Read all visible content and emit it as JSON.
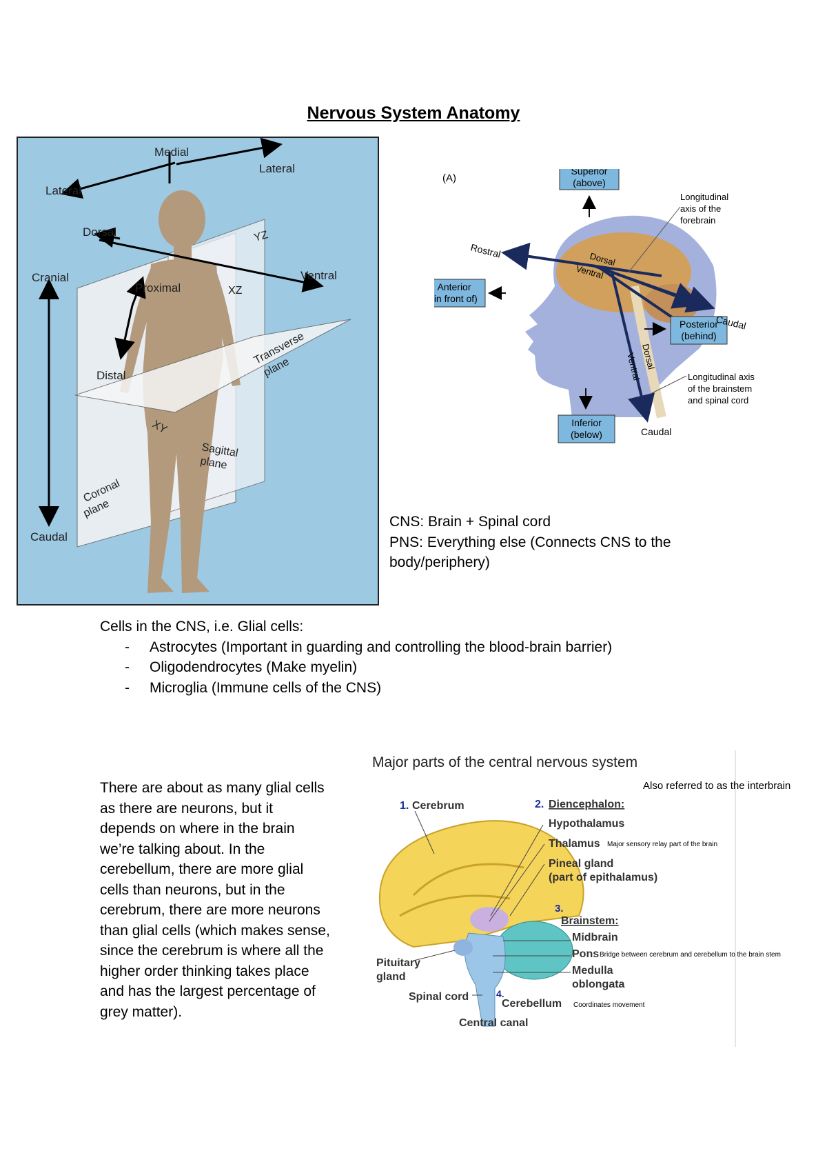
{
  "title": "Nervous System Anatomy",
  "body_fig": {
    "medial": "Medial",
    "lateral_left": "Lateral",
    "lateral_right": "Lateral",
    "dorsal": "Dorsal",
    "ventral": "Ventral",
    "cranial": "Cranial",
    "caudal": "Caudal",
    "proximal": "Proximal",
    "distal": "Distal",
    "yz": "YZ",
    "xz": "XZ",
    "xy": "XY",
    "transverse_1": "Transverse",
    "transverse_2": "plane",
    "sagittal_1": "Sagittal",
    "sagittal_2": "plane",
    "coronal_1": "Coronal",
    "coronal_2": "plane"
  },
  "head_fig": {
    "panel": "(A)",
    "superior_1": "Superior",
    "superior_2": "(above)",
    "inferior_1": "Inferior",
    "inferior_2": "(below)",
    "anterior_1": "Anterior",
    "anterior_2": "(in front of)",
    "posterior_1": "Posterior",
    "posterior_2": "(behind)",
    "rostral": "Rostral",
    "dorsal": "Dorsal",
    "ventral": "Ventral",
    "caudal_right": "Caudal",
    "caudal_bottom": "Caudal",
    "dorsal_stem": "Dorsal",
    "ventral_stem": "Ventral",
    "long_fore_1": "Longitudinal",
    "long_fore_2": "axis of the",
    "long_fore_3": "forebrain",
    "long_stem_1": "Longitudinal axis",
    "long_stem_2": "of the brainstem",
    "long_stem_3": "and spinal cord"
  },
  "cns_lines": [
    "CNS: Brain + Spinal cord",
    "PNS: Everything else (Connects CNS to the",
    "body/periphery)"
  ],
  "glial": {
    "heading": "Cells in the CNS, i.e. Glial cells:",
    "dash": "-",
    "items": [
      "Astrocytes (Important in guarding and controlling the blood-brain barrier)",
      "Oligodendrocytes (Make myelin)",
      "Microglia (Immune cells of the CNS)"
    ]
  },
  "paragraph_lines": [
    "There are about as many glial cells",
    "as there are neurons, but it",
    "depends on where in the brain",
    "we’re talking about. In the",
    "cerebellum, there are more glial",
    "cells than neurons, but in the",
    "cerebrum, there are more neurons",
    "than glial cells (which makes sense,",
    "since the cerebrum is where all the",
    "higher order thinking takes place",
    "and has the largest percentage of",
    "grey matter)."
  ],
  "cns_fig": {
    "title": "Major parts of the central nervous system",
    "interbrain_note": "Also referred to as the interbrain",
    "cerebrum_num": "1.",
    "cerebrum": "Cerebrum",
    "dien_num": "2.",
    "diencephalon": "Diencephalon:",
    "hypothalamus": "Hypothalamus",
    "thalamus": "Thalamus",
    "thalamus_note": "Major sensory relay part of the brain",
    "pineal_1": "Pineal gland",
    "pineal_2": "(part of epithalamus)",
    "brainstem_num": "3.",
    "brainstem": "Brainstem:",
    "midbrain": "Midbrain",
    "pons": "Pons",
    "pons_note": "Bridge between cerebrum and cerebellum to the brain stem",
    "medulla_1": "Medulla",
    "medulla_2": "oblongata",
    "pituitary_1": "Pituitary",
    "pituitary_2": "gland",
    "spinal": "Spinal cord",
    "cerebellum_num": "4.",
    "cerebellum": "Cerebellum",
    "cerebellum_note": "Coordinates movement",
    "central_canal": "Central canal"
  },
  "colors": {
    "body_bg": "#9dc9e2",
    "skin": "#b39a7d",
    "head_box": "#7fb8df",
    "head_skin": "#a3b1dc",
    "brain": "#d0a05c",
    "axis": "#1a2a5c",
    "cerebrum_yellow": "#f5d45a",
    "cerebellum_teal": "#5ec4c4",
    "brainstem_blue": "#9cc6e8"
  }
}
